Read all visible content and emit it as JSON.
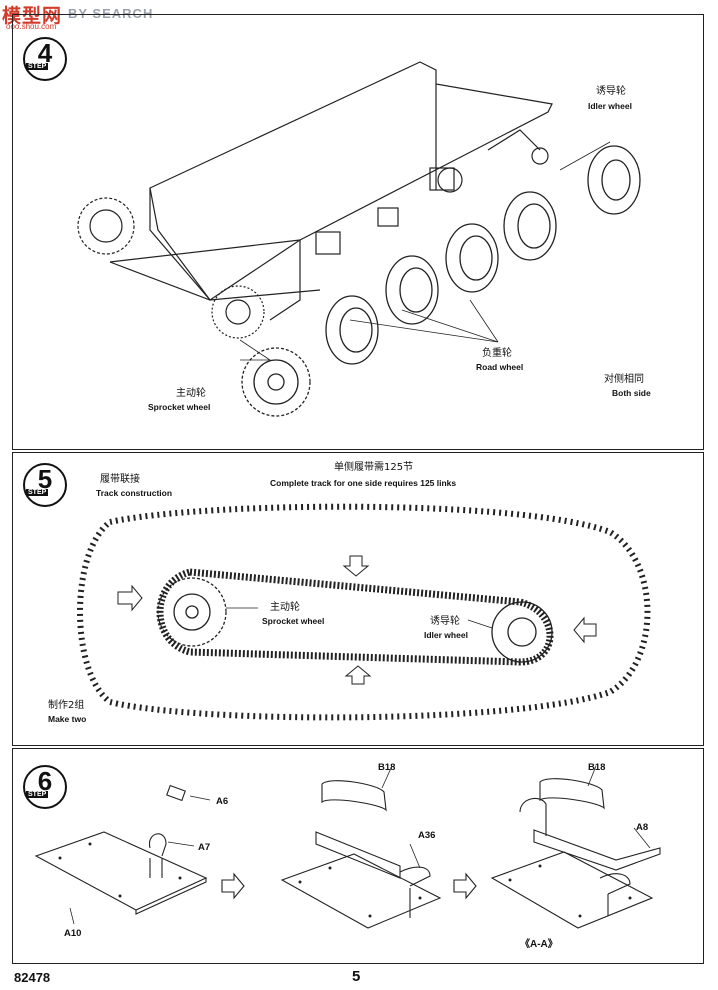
{
  "watermark": {
    "logo": "模型网",
    "subtitle": "ooo.shou.com",
    "search_text": "BY SEARCH"
  },
  "step4": {
    "number": "4",
    "badge_word": "STEP",
    "idler_cn": "诱导轮",
    "idler_en": "Idler wheel",
    "road_cn": "负重轮",
    "road_en": "Road wheel",
    "sprocket_cn": "主动轮",
    "sprocket_en": "Sprocket wheel",
    "both_cn": "对侧相同",
    "both_en": "Both side"
  },
  "step5": {
    "number": "5",
    "badge_word": "STEP",
    "track_cn": "履带联接",
    "track_en": "Track construction",
    "complete_cn": "单侧履带需125节",
    "complete_en": "Complete track for one side requires 125 links",
    "sprocket_cn": "主动轮",
    "sprocket_en": "Sprocket wheel",
    "idler_cn": "诱导轮",
    "idler_en": "Idler wheel",
    "make_cn": "制作2组",
    "make_en": "Make two"
  },
  "step6": {
    "number": "6",
    "badge_word": "STEP",
    "parts": {
      "a6": "A6",
      "a7": "A7",
      "a10": "A10",
      "b18_1": "B18",
      "a36": "A36",
      "b18_2": "B18",
      "a8": "A8"
    },
    "section": "《A-A》"
  },
  "footer": {
    "model_no": "82478",
    "page": "5"
  }
}
